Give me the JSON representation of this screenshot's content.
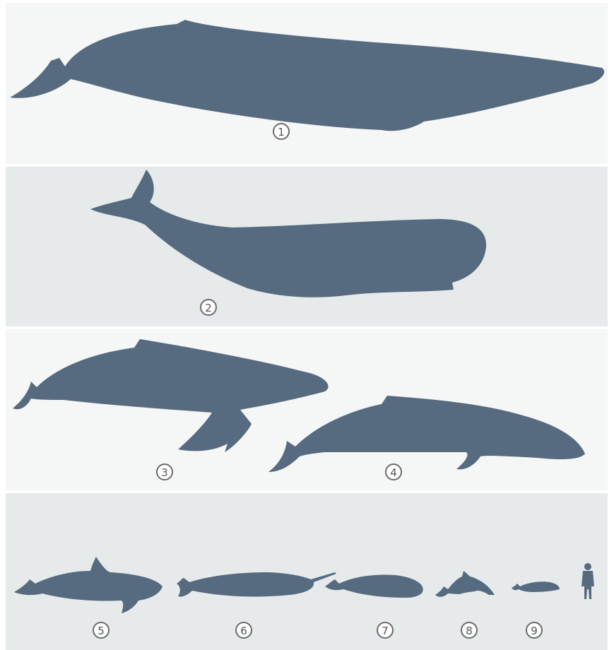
{
  "colors": {
    "panel_light": "#F5F6F6",
    "panel_tint": "#E6EAEB",
    "whale": "#576B80",
    "divider": "#FFFFFF",
    "label_ring": "#6B6B6B",
    "label_text": "#555555"
  },
  "panels": [
    {
      "name": "panel-1",
      "tone": "light"
    },
    {
      "name": "panel-2",
      "tone": "tint"
    },
    {
      "name": "panel-3",
      "tone": "light"
    },
    {
      "name": "panel-4",
      "tone": "tint"
    }
  ],
  "labels": {
    "l1": "1",
    "l2": "2",
    "l3": "3",
    "l4": "4",
    "l5": "5",
    "l6": "6",
    "l7": "7",
    "l8": "8",
    "l9": "9"
  },
  "figures": [
    {
      "id": "1",
      "icon": "blue-whale-silhouette"
    },
    {
      "id": "2",
      "icon": "sperm-whale-silhouette"
    },
    {
      "id": "3",
      "icon": "humpback-whale-silhouette"
    },
    {
      "id": "4",
      "icon": "gray-whale-silhouette"
    },
    {
      "id": "5",
      "icon": "orca-silhouette"
    },
    {
      "id": "6",
      "icon": "narwhal-silhouette"
    },
    {
      "id": "7",
      "icon": "beluga-silhouette"
    },
    {
      "id": "8",
      "icon": "dolphin-silhouette"
    },
    {
      "id": "9",
      "icon": "porpoise-silhouette"
    },
    {
      "id": "",
      "icon": "human-scale-silhouette"
    }
  ]
}
